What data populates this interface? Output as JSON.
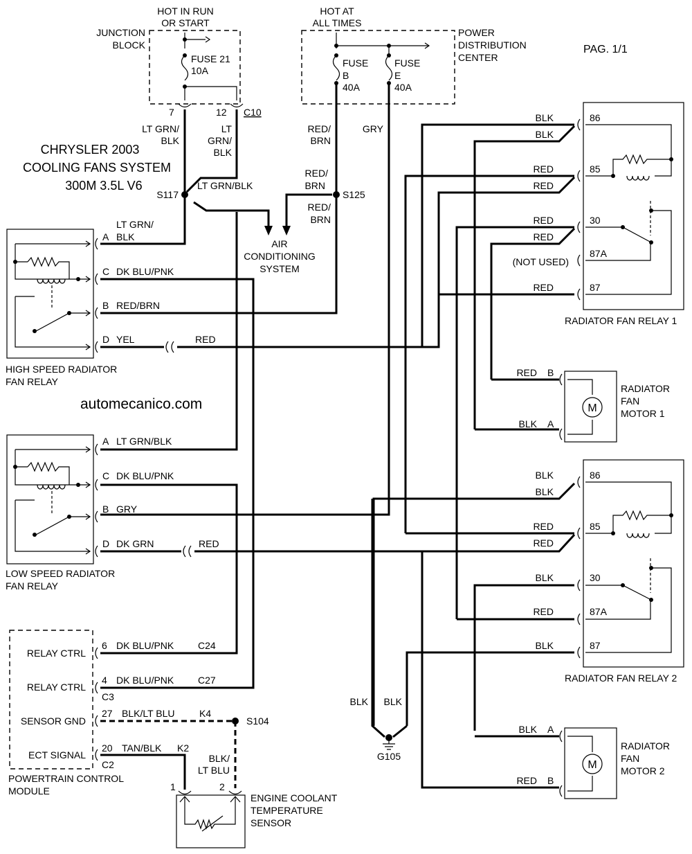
{
  "page": "PAG. 1/1",
  "title": {
    "line1": "CHRYSLER 2003",
    "line2": "COOLING FANS SYSTEM",
    "line3": "300M 3.5L V6"
  },
  "watermark": "automecanico.com",
  "junction_block": {
    "feed_line1": "HOT IN RUN",
    "feed_line2": "OR START",
    "name_line1": "JUNCTION",
    "name_line2": "BLOCK",
    "fuse_name": "FUSE 21",
    "fuse_rating": "10A",
    "pin_7": "7",
    "pin_12": "12",
    "connector": "C10"
  },
  "pdc": {
    "feed_line1": "HOT AT",
    "feed_line2": "ALL TIMES",
    "name_line1": "POWER",
    "name_line2": "DISTRIBUTION",
    "name_line3": "CENTER",
    "fuse_b_line1": "FUSE",
    "fuse_b_line2": "B",
    "fuse_b_rating": "40A",
    "fuse_e_line1": "FUSE",
    "fuse_e_line2": "E",
    "fuse_e_rating": "40A"
  },
  "splices": {
    "s117": "S117",
    "s125": "S125",
    "s104": "S104"
  },
  "ground": "G105",
  "ac_system": {
    "line1": "AIR",
    "line2": "CONDITIONING",
    "line3": "SYSTEM"
  },
  "wires": {
    "ltgrn_blk_split_1": "LT GRN/",
    "ltgrn_blk_split_2": "BLK",
    "ltgrn_blk_lt": "LT",
    "ltgrn_blk_grn": "GRN/",
    "ltgrn_blk_blk": "BLK",
    "ltgrn_blk": "LT GRN/BLK",
    "red_brn_1_top": "RED/",
    "red_brn_1_bot": "BRN",
    "red_brn_2_top": "RED/",
    "red_brn_2_bot": "BRN",
    "red_brn_3_top": "RED/",
    "red_brn_3_bot": "BRN",
    "gry": "GRY",
    "hs_a_top": "LT GRN/",
    "hs_a_bot": "BLK",
    "hs_c": "DK BLU/PNK",
    "hs_b": "RED/BRN",
    "hs_d": "YEL",
    "hs_d_red": "RED",
    "ls_a": "LT GRN/BLK",
    "ls_c": "DK BLU/PNK",
    "ls_b": "GRY",
    "ls_d": "DK GRN",
    "ls_d_red": "RED",
    "pcm_6": "DK BLU/PNK",
    "pcm_6_conn": "C24",
    "pcm_4": "DK BLU/PNK",
    "pcm_4_conn": "C27",
    "pcm_27": "BLK/LT BLU",
    "pcm_27_conn": "K4",
    "pcm_20": "TAN/BLK",
    "pcm_20_conn": "K2",
    "sensor_gnd_top": "BLK/",
    "sensor_gnd_bot": "LT BLU",
    "ground_blk_1": "BLK",
    "ground_blk_2": "BLK",
    "r1_86_a": "BLK",
    "r1_86_b": "BLK",
    "r1_85_a": "RED",
    "r1_85_b": "RED",
    "r1_30_a": "RED",
    "r1_30_b": "RED",
    "r1_87a": "(NOT USED)",
    "r1_87": "RED",
    "m1_b": "RED",
    "m1_a": "BLK",
    "r2_86_a": "BLK",
    "r2_86_b": "BLK",
    "r2_85_a": "RED",
    "r2_85_b": "RED",
    "r2_30": "BLK",
    "r2_87a": "RED",
    "r2_87": "BLK",
    "m2_a": "BLK",
    "m2_b": "RED"
  },
  "high_speed_relay": {
    "name_line1": "HIGH SPEED RADIATOR",
    "name_line2": "FAN RELAY",
    "pin_a": "A",
    "pin_c": "C",
    "pin_b": "B",
    "pin_d": "D"
  },
  "low_speed_relay": {
    "name_line1": "LOW SPEED RADIATOR",
    "name_line2": "FAN RELAY",
    "pin_a": "A",
    "pin_c": "C",
    "pin_b": "B",
    "pin_d": "D"
  },
  "pcm": {
    "name_line1": "POWERTRAIN CONTROL",
    "name_line2": "MODULE",
    "relay_ctrl_1": "RELAY CTRL",
    "relay_ctrl_2": "RELAY CTRL",
    "sensor_gnd": "SENSOR GND",
    "ect_signal": "ECT SIGNAL",
    "pin_6": "6",
    "pin_4": "4",
    "pin_27": "27",
    "pin_20": "20",
    "conn_c3": "C3",
    "conn_c2": "C2"
  },
  "ect_sensor": {
    "line1": "ENGINE COOLANT",
    "line2": "TEMPERATURE",
    "line3": "SENSOR",
    "pin_1": "1",
    "pin_2": "2"
  },
  "relay_1": {
    "name": "RADIATOR FAN RELAY 1",
    "pin_86": "86",
    "pin_85": "85",
    "pin_30": "30",
    "pin_87a": "87A",
    "pin_87": "87"
  },
  "relay_2": {
    "name": "RADIATOR FAN RELAY 2",
    "pin_86": "86",
    "pin_85": "85",
    "pin_30": "30",
    "pin_87a": "87A",
    "pin_87": "87"
  },
  "motor_1": {
    "line1": "RADIATOR",
    "line2": "FAN",
    "line3": "MOTOR 1",
    "pin_b": "B",
    "pin_a": "A",
    "symbol": "M"
  },
  "motor_2": {
    "line1": "RADIATOR",
    "line2": "FAN",
    "line3": "MOTOR 2",
    "pin_a": "A",
    "pin_b": "B",
    "symbol": "M"
  }
}
